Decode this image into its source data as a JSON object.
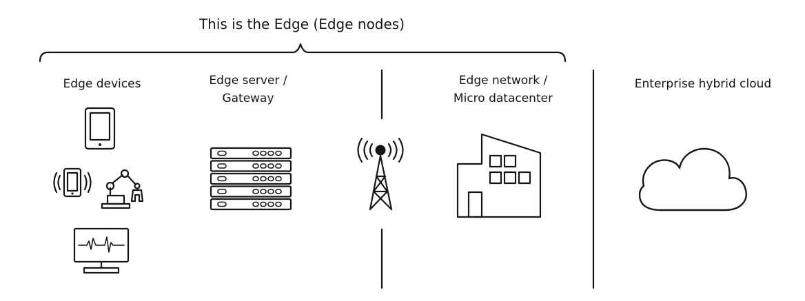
{
  "diagram": {
    "title": "This is the Edge (Edge nodes)",
    "columns": {
      "edge_devices": "Edge devices",
      "edge_server": {
        "line1": "Edge server /",
        "line2": "Gateway"
      },
      "edge_network": {
        "line1": "Edge network /",
        "line2": "Micro datacenter"
      },
      "cloud": "Enterprise hybrid cloud"
    },
    "icons": {
      "devices": [
        "tablet-icon",
        "vibrating-phone-icon",
        "robot-arm-icon",
        "monitor-waveform-icon"
      ],
      "server": "server-rack-icon",
      "tower": "cell-tower-icon",
      "network": "building-icon",
      "cloud": "cloud-icon"
    }
  }
}
